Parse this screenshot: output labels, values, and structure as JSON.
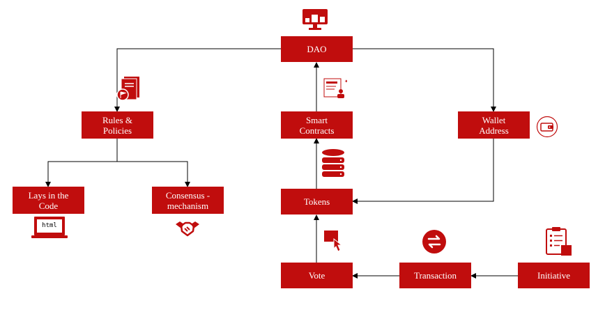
{
  "nodes": {
    "dao": "DAO",
    "rules": "Rules &\nPolicies",
    "smart_contracts": "Smart\nContracts",
    "wallet_address": "Wallet\nAddress",
    "lays_in_code": "Lays in the\nCode",
    "consensus": "Consensus -\nmechanism",
    "tokens": "Tokens",
    "vote": "Vote",
    "transaction": "Transaction",
    "initiative": "Initiative"
  },
  "icons": {
    "laptop_screen_text": "html",
    "monitor": "monitor-icon",
    "rules_book": "book-flag-icon",
    "contract": "contract-document-icon",
    "wallet": "wallet-icon",
    "database": "database-icon",
    "handshake": "handshake-icon",
    "vote_click": "vote-click-icon",
    "exchange": "exchange-arrows-icon",
    "clipboard": "clipboard-checklist-icon"
  },
  "colors": {
    "accent": "#c00d0d",
    "line": "#000000"
  }
}
